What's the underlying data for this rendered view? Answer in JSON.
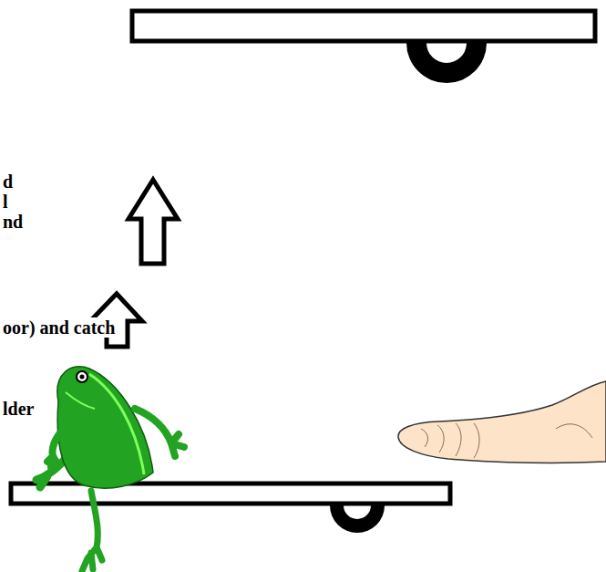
{
  "diagram": {
    "labels": [
      "d",
      "l",
      "nd",
      "oor) and catch",
      "lder"
    ]
  }
}
